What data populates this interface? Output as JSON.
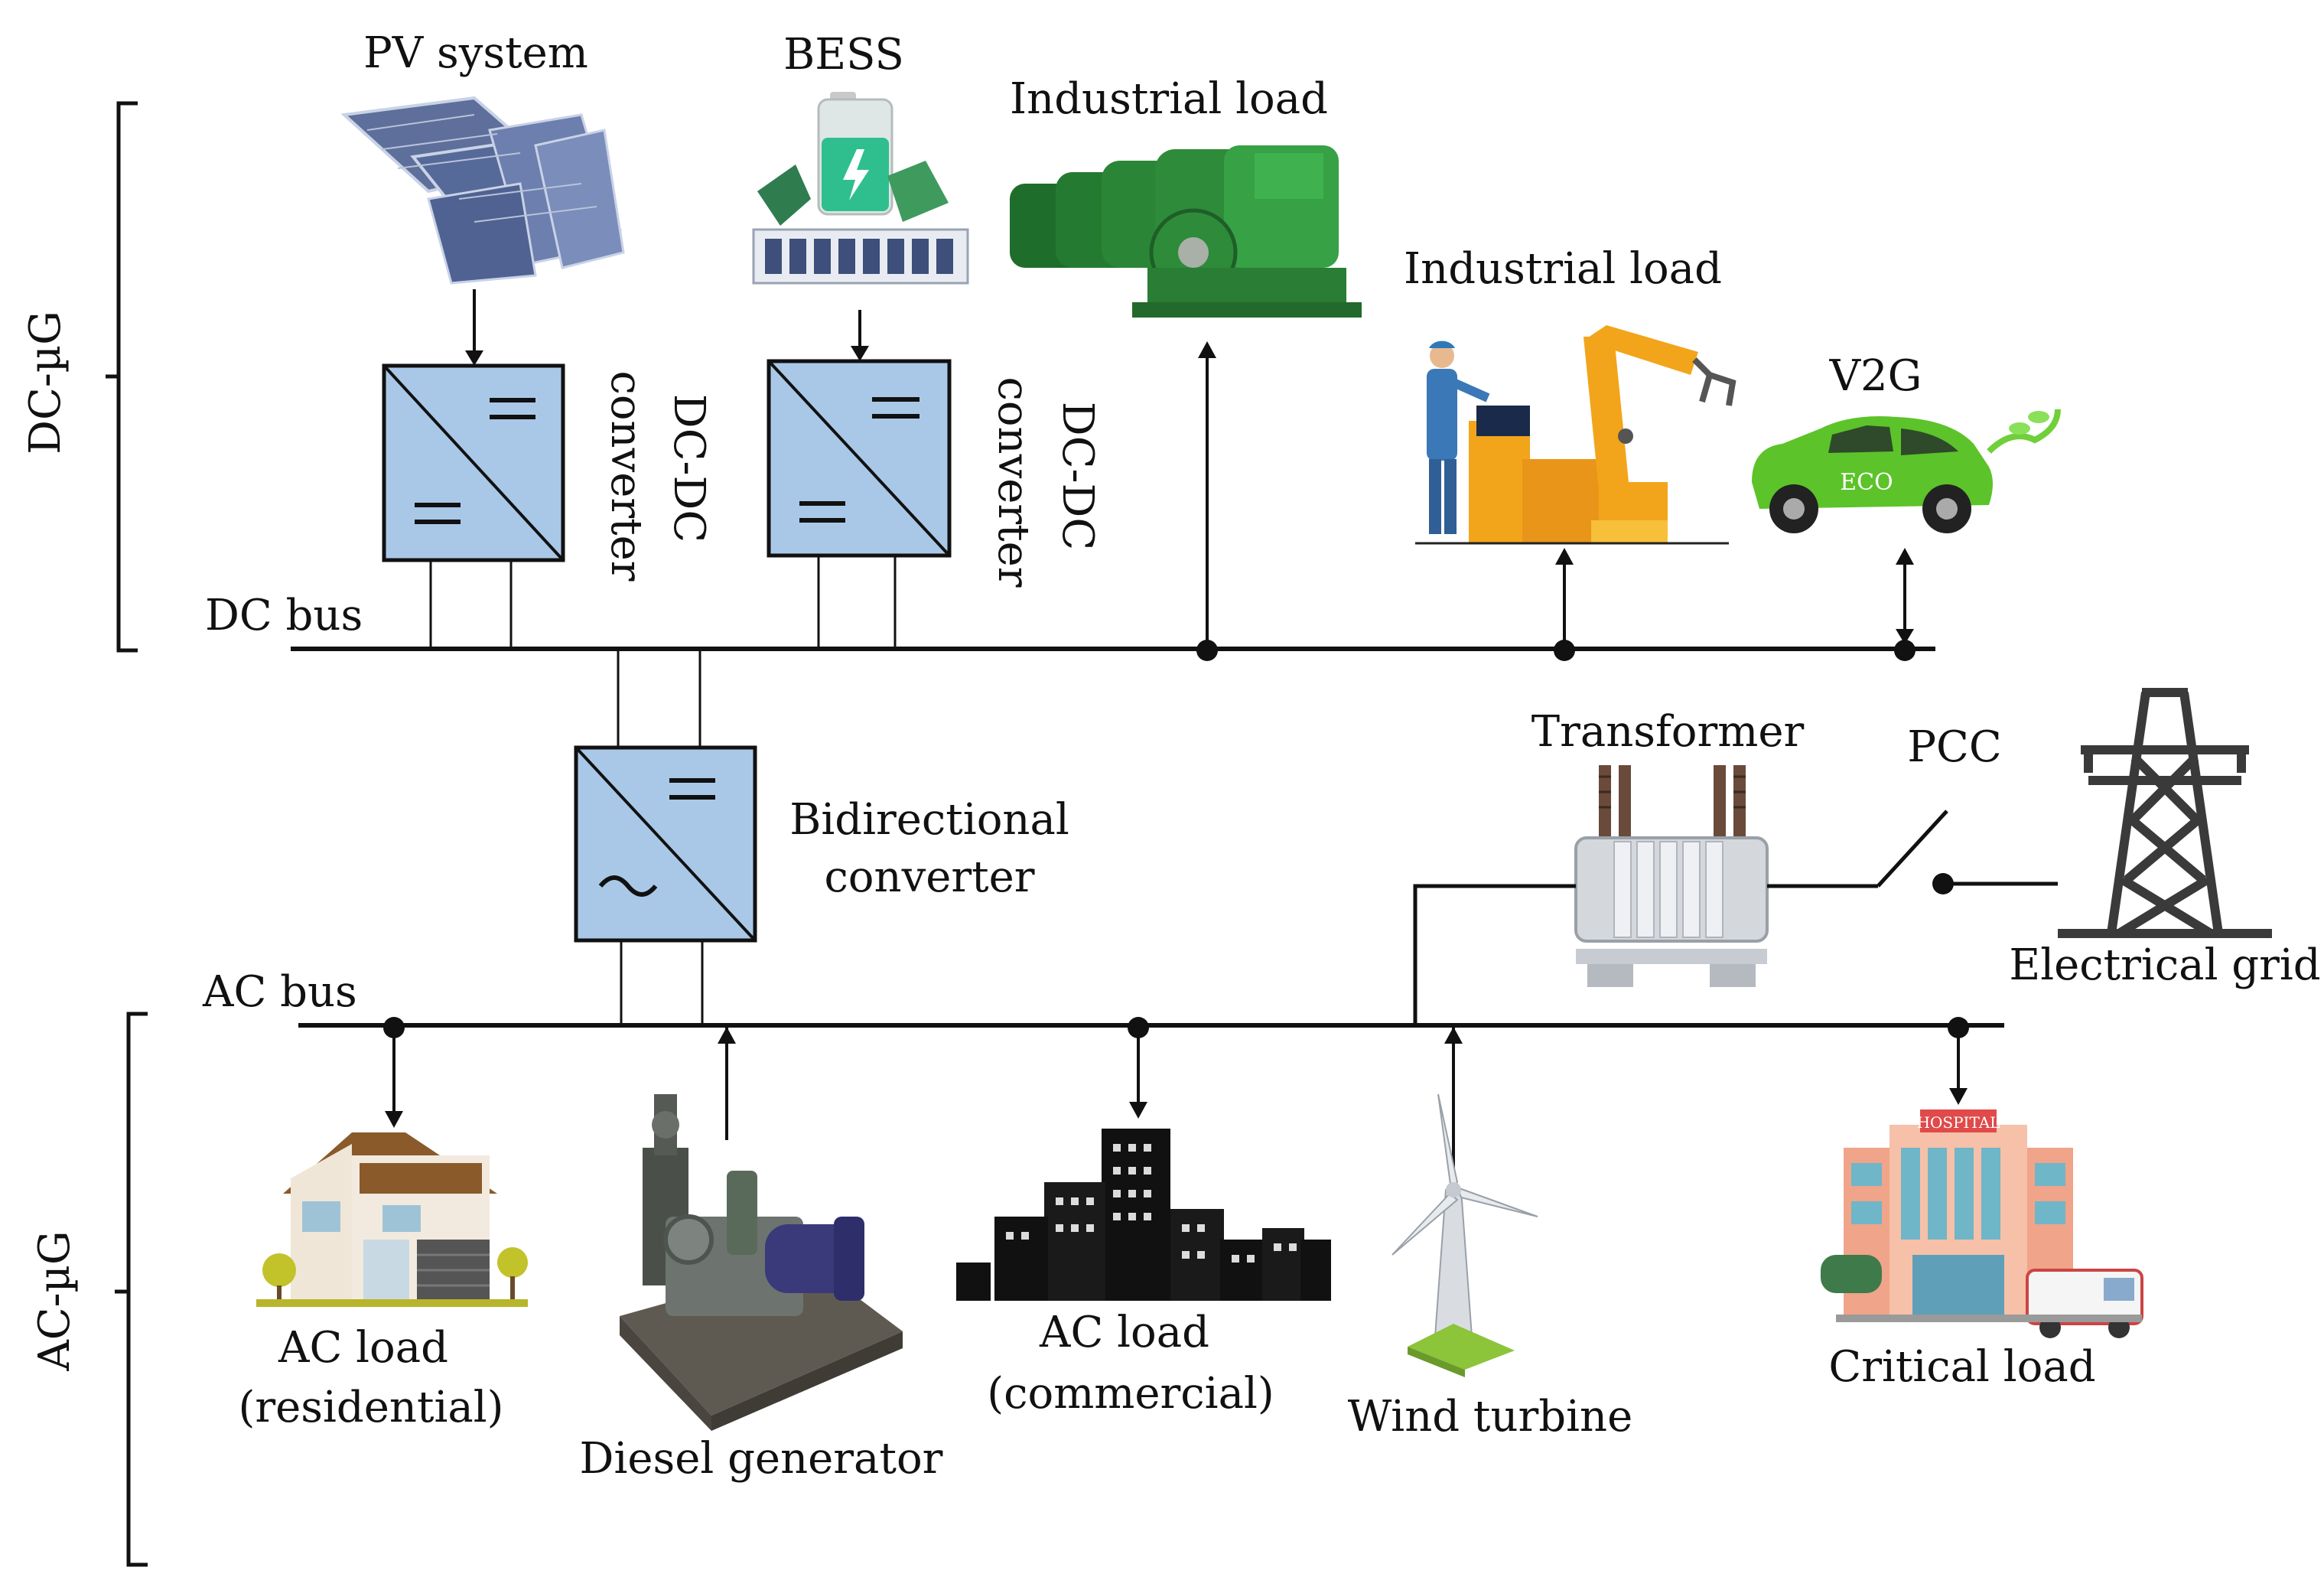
{
  "labels": {
    "pv": "PV system",
    "bess": "BESS",
    "industrial_load_1": "Industrial load",
    "industrial_load_2": "Industrial load",
    "v2g": "V2G",
    "dcdc1_line1": "DC-DC",
    "dcdc1_line2": "converter",
    "dcdc2_line1": "DC-DC",
    "dcdc2_line2": "converter",
    "dc_bus": "DC bus",
    "ac_bus": "AC bus",
    "dc_ug": "DC-µG",
    "ac_ug": "AC-µG",
    "bidir_line1": "Bidirectional",
    "bidir_line2": "converter",
    "transformer": "Transformer",
    "pcc": "PCC",
    "grid": "Electrical grid",
    "ac_res_line1": "AC load",
    "ac_res_line2": "(residential)",
    "diesel": "Diesel generator",
    "ac_com_line1": "AC load",
    "ac_com_line2": "(commercial)",
    "wind": "Wind turbine",
    "critical": "Critical load",
    "hospital": "HOSPITAL",
    "eco": "ECO"
  },
  "colors": {
    "converter_fill": "#a9c8e8",
    "line": "#111111",
    "car_green": "#5cc32a",
    "motor_green": "#2e8b3a",
    "robot_orange": "#f2a51a"
  }
}
